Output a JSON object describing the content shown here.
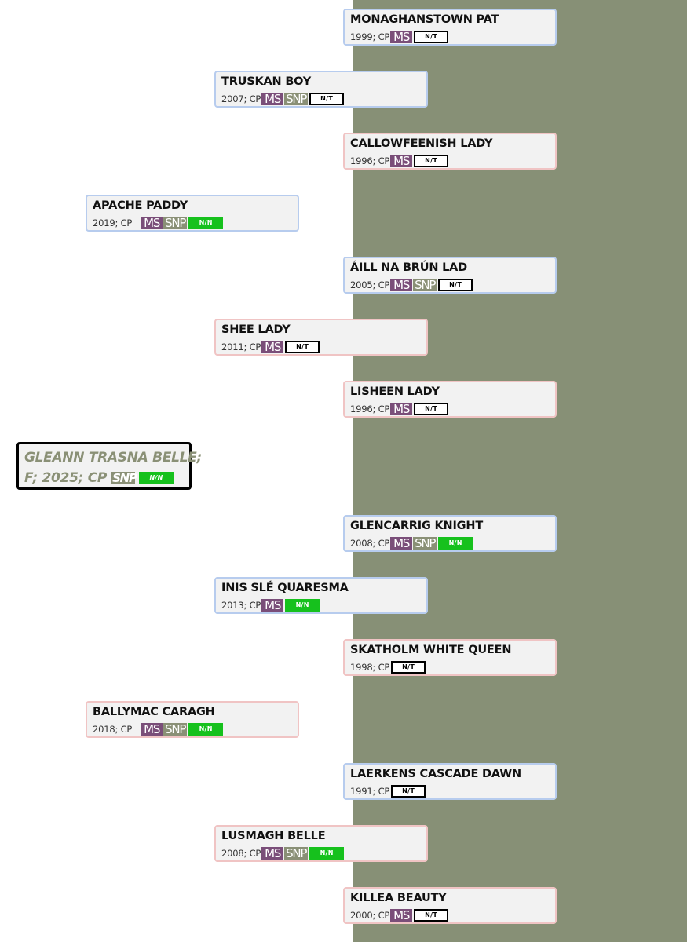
{
  "colors": {
    "panel_background": "#879076",
    "ms_badge": "#7a4e79",
    "snp_badge": "#8a9076",
    "nn_tag": "#16c11d",
    "subject_text": "#8a9076"
  },
  "badge_labels": {
    "ms": "MS",
    "snp": "SNP",
    "nt": "N/T",
    "nn": "N/N"
  },
  "subject": {
    "name_line": "GLEANN TRASNA BELLE;",
    "detail_line": "F; 2025; CP"
  },
  "pedigree": [
    {
      "name": "MONAGHANSTOWN PAT",
      "year": "1999; CP",
      "sex": "male",
      "ms": true,
      "snp": false,
      "result": "N/T"
    },
    {
      "name": "TRUSKAN BOY",
      "year": "2007; CP",
      "sex": "male",
      "ms": true,
      "snp": true,
      "result": "N/T"
    },
    {
      "name": "CALLOWFEENISH LADY",
      "year": "1996; CP",
      "sex": "female",
      "ms": true,
      "snp": false,
      "result": "N/T"
    },
    {
      "name": "APACHE PADDY",
      "year": "2019; CP",
      "sex": "male",
      "ms": true,
      "snp": true,
      "result": "N/N"
    },
    {
      "name": "ÁILL NA BRÚN LAD",
      "year": "2005; CP",
      "sex": "male",
      "ms": true,
      "snp": true,
      "result": "N/T"
    },
    {
      "name": "SHEE LADY",
      "year": "2011; CP",
      "sex": "female",
      "ms": true,
      "snp": false,
      "result": "N/T"
    },
    {
      "name": "LISHEEN LADY",
      "year": "1996; CP",
      "sex": "female",
      "ms": true,
      "snp": false,
      "result": "N/T"
    },
    {
      "name": "GLENCARRIG KNIGHT",
      "year": "2008; CP",
      "sex": "male",
      "ms": true,
      "snp": true,
      "result": "N/N"
    },
    {
      "name": "INIS SLÉ QUARESMA",
      "year": "2013; CP",
      "sex": "male",
      "ms": true,
      "snp": false,
      "result": "N/N"
    },
    {
      "name": "SKATHOLM WHITE QUEEN",
      "year": "1998; CP",
      "sex": "female",
      "ms": false,
      "snp": false,
      "result": "N/T"
    },
    {
      "name": "BALLYMAC CARAGH",
      "year": "2018; CP",
      "sex": "female",
      "ms": true,
      "snp": true,
      "result": "N/N"
    },
    {
      "name": "LAERKENS CASCADE DAWN",
      "year": "1991; CP",
      "sex": "male",
      "ms": false,
      "snp": false,
      "result": "N/T"
    },
    {
      "name": "LUSMAGH BELLE",
      "year": "2008; CP",
      "sex": "female",
      "ms": true,
      "snp": true,
      "result": "N/N"
    },
    {
      "name": "KILLEA BEAUTY",
      "year": "2000; CP",
      "sex": "female",
      "ms": true,
      "snp": false,
      "result": "N/T"
    }
  ]
}
